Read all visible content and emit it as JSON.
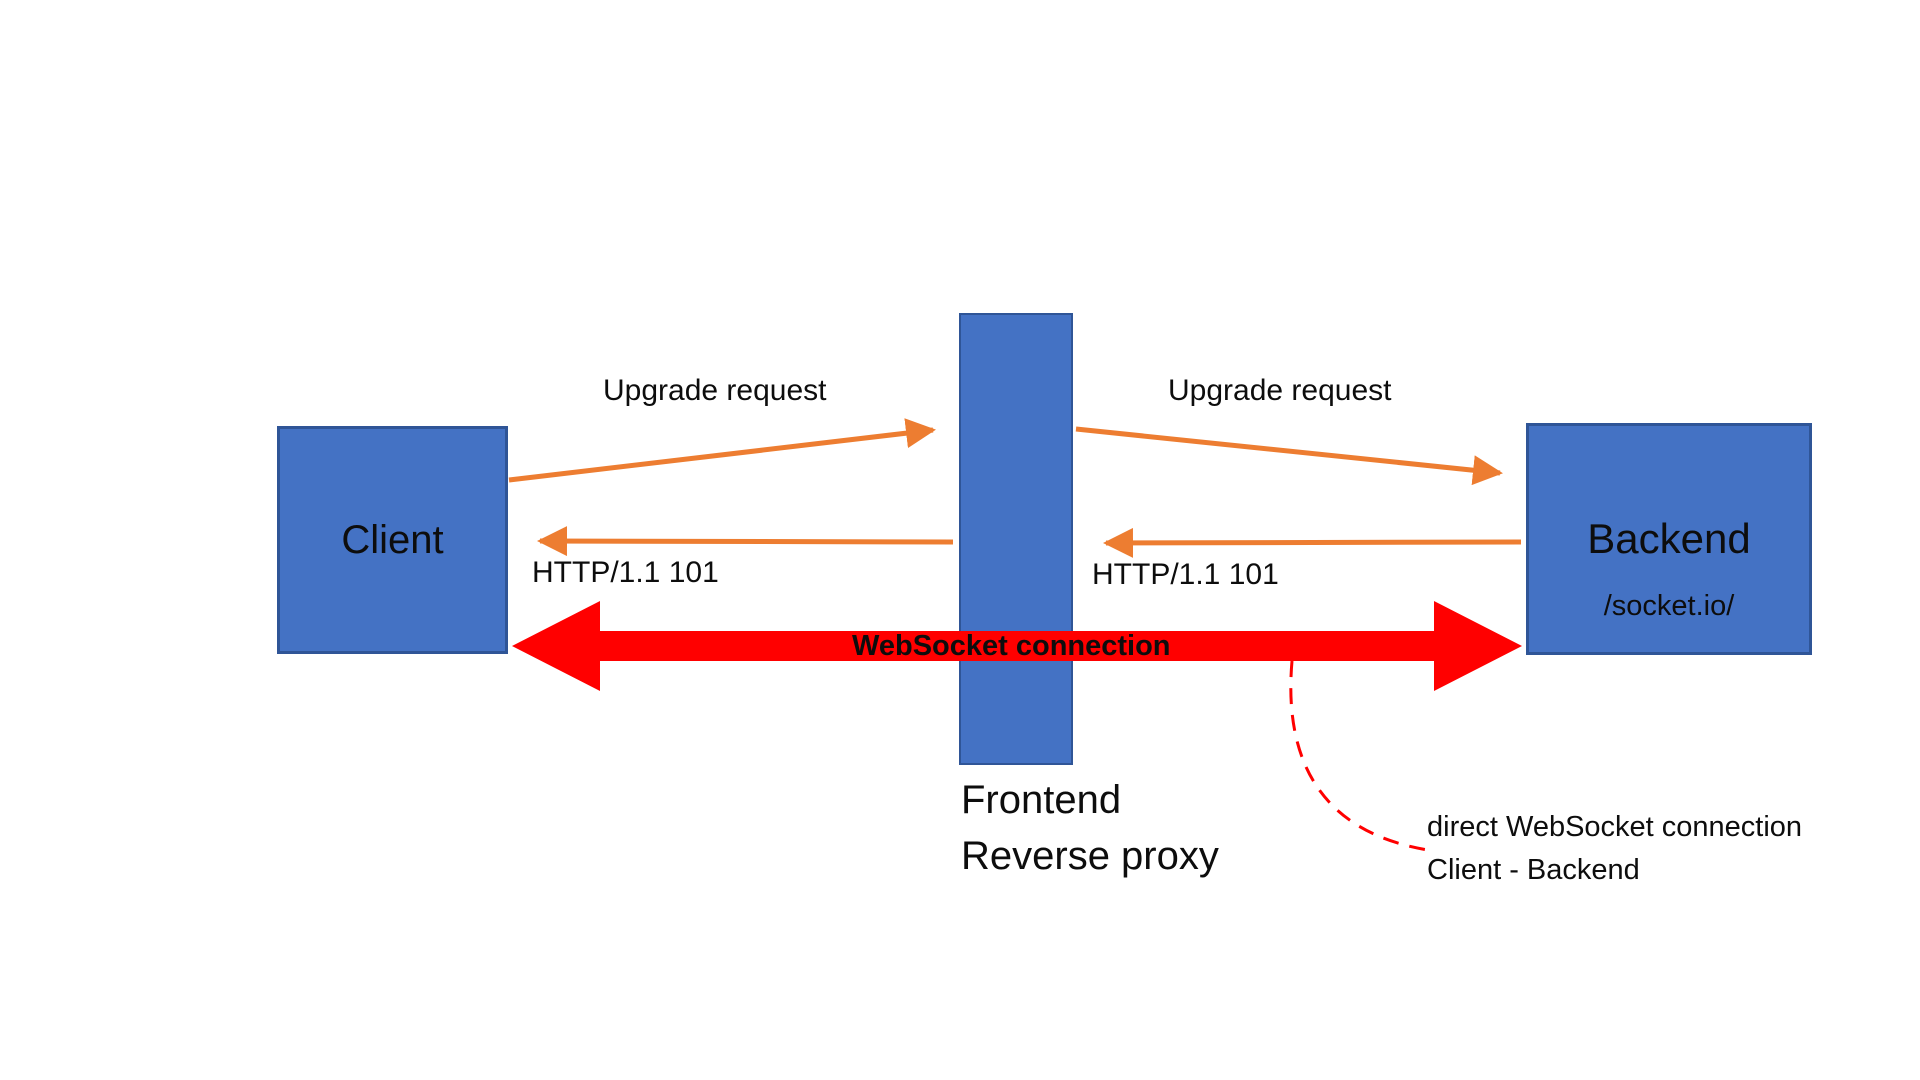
{
  "colors": {
    "box_fill": "#4472c4",
    "box_border": "#2f5597",
    "arrow_orange": "#ed7d31",
    "arrow_red": "#ff0000",
    "text_color": "#0d0d0d",
    "bg": "#ffffff"
  },
  "nodes": {
    "client": {
      "label": "Client"
    },
    "proxy": {
      "label_line1": "Frontend",
      "label_line2": "Reverse proxy"
    },
    "backend": {
      "label": "Backend",
      "sublabel": "/socket.io/"
    }
  },
  "arrows": {
    "upgrade_left": {
      "label": "Upgrade request"
    },
    "upgrade_right": {
      "label": "Upgrade request"
    },
    "response_left": {
      "label": "HTTP/1.1 101"
    },
    "response_right": {
      "label": "HTTP/1.1 101"
    },
    "websocket": {
      "label": "WebSocket connection"
    }
  },
  "annotation": {
    "line1": "direct WebSocket connection",
    "line2": "Client - Backend"
  }
}
